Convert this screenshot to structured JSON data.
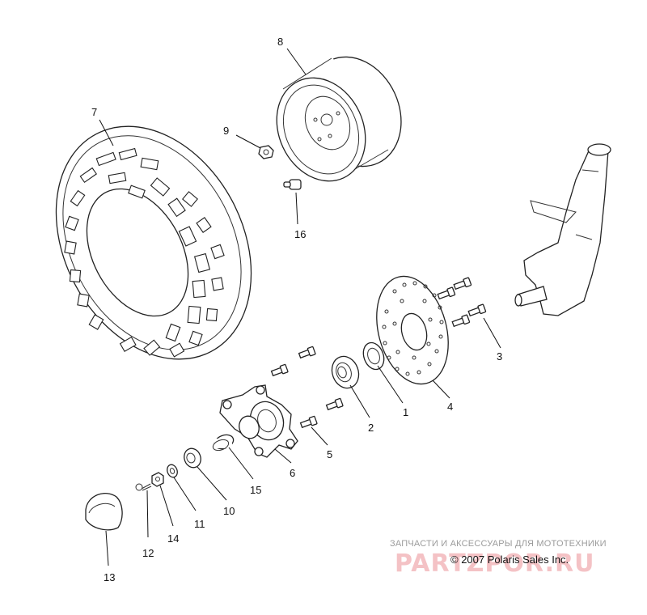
{
  "diagram": {
    "callouts": [
      {
        "id": "1",
        "label": "1"
      },
      {
        "id": "2",
        "label": "2"
      },
      {
        "id": "3",
        "label": "3"
      },
      {
        "id": "4",
        "label": "4"
      },
      {
        "id": "5",
        "label": "5"
      },
      {
        "id": "6",
        "label": "6"
      },
      {
        "id": "7",
        "label": "7"
      },
      {
        "id": "8",
        "label": "8"
      },
      {
        "id": "9",
        "label": "9"
      },
      {
        "id": "10",
        "label": "10"
      },
      {
        "id": "11",
        "label": "11"
      },
      {
        "id": "12",
        "label": "12"
      },
      {
        "id": "13",
        "label": "13"
      },
      {
        "id": "14",
        "label": "14"
      },
      {
        "id": "15",
        "label": "15"
      },
      {
        "id": "16",
        "label": "16"
      }
    ]
  },
  "watermark": {
    "top_text": "ЗАПЧАСТИ И АКСЕССУАРЫ ДЛЯ МОТОТЕХНИКИ",
    "logo_text": "PARTZPOR.RU"
  },
  "copyright": "© 2007 Polaris Sales Inc."
}
